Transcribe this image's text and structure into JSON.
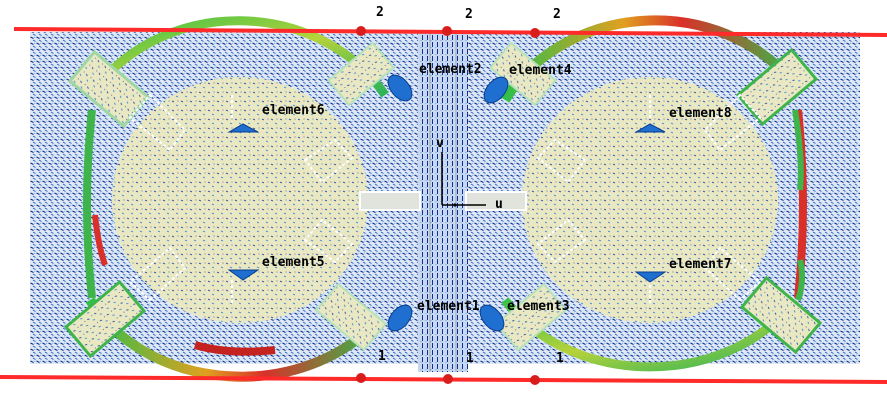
{
  "port_numbers": {
    "top": [
      "2",
      "2",
      "2"
    ],
    "bottom": [
      "1",
      "1",
      "1"
    ]
  },
  "element_labels": {
    "e1": "element1",
    "e2": "element2",
    "e3": "element3",
    "e4": "element4",
    "e5": "element5",
    "e6": "element6",
    "e7": "element7",
    "e8": "element8"
  },
  "axes": {
    "v": "v",
    "u": "u"
  },
  "colors": {
    "background": "#ffffff",
    "board": "#e9eee8",
    "patch": "#e9e8c2",
    "field_dense": "#0b2a8e",
    "field_mid": "#1f7fd3",
    "field_hot_green": "#2fbf4a",
    "field_hot_red": "#d9302a",
    "port_line": "#ff2a2a",
    "feed": "#1e6fd0"
  }
}
